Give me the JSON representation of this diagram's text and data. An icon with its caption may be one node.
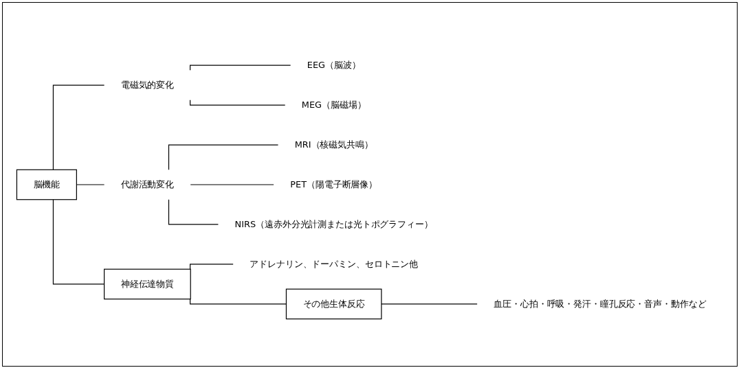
{
  "diagram": {
    "nodes": [
      {
        "text": [
          "脳機能"
        ]
      },
      {
        "text": [
          "電磁気的変化"
        ]
      },
      {
        "text": [
          "EEG（脳波）"
        ]
      },
      {
        "text": [
          "MEG（脳磁場）"
        ]
      },
      {
        "text": [
          "代謝活動変化"
        ]
      },
      {
        "text": [
          "MRI（核磁気共鳴）"
        ]
      },
      {
        "text": [
          "PET（陽電子断層像）"
        ]
      },
      {
        "text": [
          "NIRS（遠赤外分光計測または光トポグラフィー）"
        ]
      },
      {
        "text": [
          "神経伝達物質"
        ]
      },
      {
        "text": [
          "アドレナリン、ドーパミン、セロトニン他"
        ]
      },
      {
        "text": [
          "その他生体反応"
        ]
      },
      {
        "text": [
          "血圧・心拍・呼吸・発汗・瞳孔反応・音声・動作など"
        ]
      }
    ],
    "edges": [
      {
        "from": 0,
        "to": 8,
        "arrow": "none"
      },
      {
        "from": 8,
        "to": 10,
        "arrow": "none"
      },
      {
        "from": 0,
        "to": 1,
        "arrow": "none"
      },
      {
        "from": 0,
        "to": 4,
        "arrow": "none"
      },
      {
        "from": 1,
        "to": 2,
        "arrow": "none"
      },
      {
        "from": 1,
        "to": 3,
        "arrow": "none"
      },
      {
        "from": 4,
        "to": 5,
        "arrow": "none"
      },
      {
        "from": 4,
        "to": 6,
        "arrow": "none"
      },
      {
        "from": 4,
        "to": 7,
        "arrow": "none"
      },
      {
        "from": 8,
        "to": 9,
        "arrow": "none"
      },
      {
        "from": 10,
        "to": 11,
        "arrow": "none"
      }
    ]
  }
}
